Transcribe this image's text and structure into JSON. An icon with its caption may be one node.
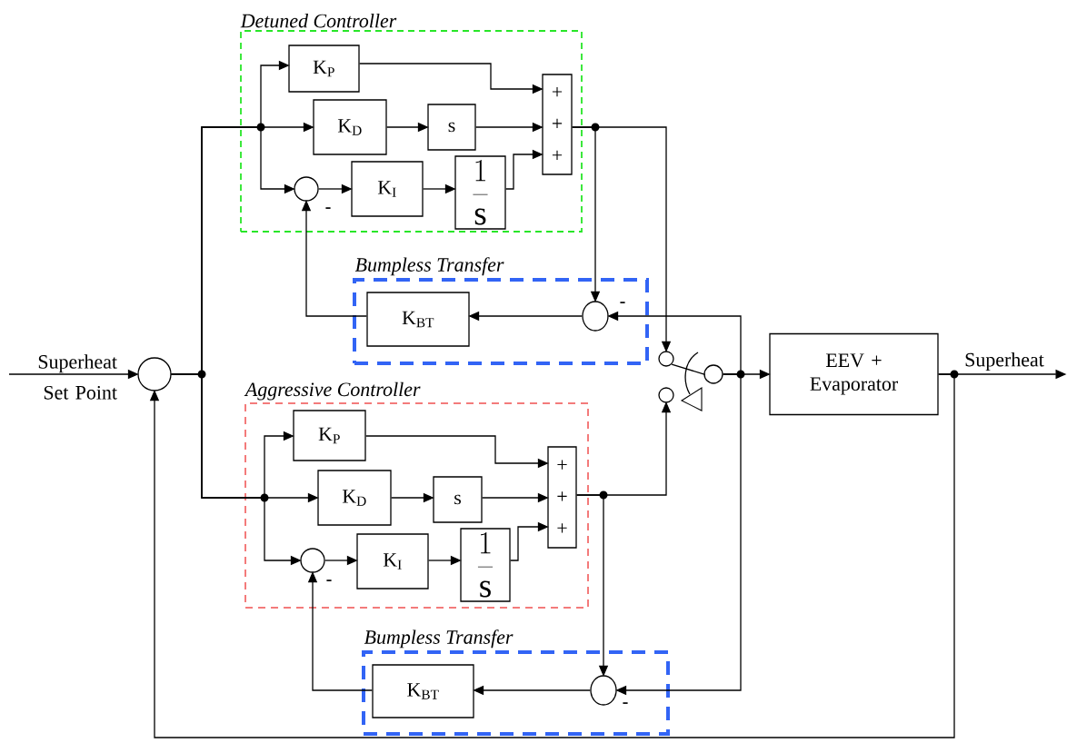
{
  "diagram": {
    "nodes": [
      {
        "text": [],
        "shape": "circle"
      },
      {
        "text": [
          "Detuned Controller"
        ]
      },
      {
        "text": [
          "K$_{P}$"
        ],
        "in": 1
      },
      {
        "text": [
          "K$_{D}$"
        ],
        "in": 1
      },
      {
        "text": [
          "s"
        ],
        "in": 1
      },
      {
        "text": [],
        "shape": "circle",
        "in": 1
      },
      {
        "text": [
          "K$_{I}$"
        ],
        "in": 1
      },
      {
        "text": [
          "\\frac{1}{\\mathrm{s}}"
        ],
        "in": 1
      },
      {
        "text": [
          "+ + +"
        ],
        "in": 1
      },
      {
        "text": [
          "Bumpless Transfer"
        ]
      },
      {
        "text": [
          "K$_{BT}$"
        ],
        "in": 9
      },
      {
        "text": [],
        "shape": "circle",
        "in": 9
      },
      {
        "text": [
          "Aggressive Controller"
        ]
      },
      {
        "text": [
          "K$_{P}$"
        ],
        "in": 12
      },
      {
        "text": [
          "K$_{D}$"
        ],
        "in": 12
      },
      {
        "text": [
          "s"
        ],
        "in": 12
      },
      {
        "text": [],
        "shape": "circle",
        "in": 12
      },
      {
        "text": [
          "K$_{I}$"
        ],
        "in": 12
      },
      {
        "text": [
          "\\frac{1}{\\mathrm{s}}"
        ],
        "in": 12
      },
      {
        "text": [
          "+ + +"
        ],
        "in": 12
      },
      {
        "text": [
          "Bumpless Transfer"
        ]
      },
      {
        "text": [
          "K$_{BT}$"
        ],
        "in": 20
      },
      {
        "text": [],
        "shape": "circle",
        "in": 20
      },
      {
        "text": [],
        "shape": "circle"
      },
      {
        "text": [],
        "shape": "circle"
      },
      {
        "text": [],
        "shape": "circle"
      },
      {
        "text": [
          "EEV + Evaporator"
        ]
      }
    ],
    "edges": [
      {
        "from": null,
        "to": 0,
        "arrow": "to",
        "label": "Superheat Set Point"
      },
      {
        "from": 0,
        "to": 2,
        "arrow": "to"
      },
      {
        "from": 0,
        "to": 3,
        "arrow": "to"
      },
      {
        "from": 0,
        "to": 5,
        "arrow": "to"
      },
      {
        "from": 0,
        "to": 13,
        "arrow": "to"
      },
      {
        "from": 0,
        "to": 14,
        "arrow": "to"
      },
      {
        "from": 0,
        "to": 16,
        "arrow": "to"
      },
      {
        "from": 2,
        "to": 8,
        "arrow": "to"
      },
      {
        "from": 3,
        "to": 4,
        "arrow": "to"
      },
      {
        "from": 4,
        "to": 8,
        "arrow": "to"
      },
      {
        "from": 5,
        "to": 6,
        "arrow": "to"
      },
      {
        "from": 6,
        "to": 7,
        "arrow": "to"
      },
      {
        "from": 7,
        "to": 8,
        "arrow": "to"
      },
      {
        "from": 8,
        "to": 23,
        "arrow": "to"
      },
      {
        "from": 8,
        "to": 11,
        "arrow": "to"
      },
      {
        "from": 11,
        "to": 10,
        "arrow": "to"
      },
      {
        "from": 10,
        "to": 5,
        "arrow": "to"
      },
      {
        "from": 13,
        "to": 19,
        "arrow": "to"
      },
      {
        "from": 14,
        "to": 15,
        "arrow": "to"
      },
      {
        "from": 15,
        "to": 19,
        "arrow": "to"
      },
      {
        "from": 16,
        "to": 17,
        "arrow": "to"
      },
      {
        "from": 17,
        "to": 18,
        "arrow": "to"
      },
      {
        "from": 18,
        "to": 19,
        "arrow": "to"
      },
      {
        "from": 19,
        "to": 24,
        "arrow": "to"
      },
      {
        "from": 19,
        "to": 22,
        "arrow": "to"
      },
      {
        "from": 22,
        "to": 21,
        "arrow": "to"
      },
      {
        "from": 21,
        "to": 16,
        "arrow": "to"
      },
      {
        "from": 23,
        "to": 25,
        "arrow": "none"
      },
      {
        "from": 25,
        "to": 26,
        "arrow": "to"
      },
      {
        "from": 25,
        "to": 11,
        "arrow": "to"
      },
      {
        "from": 25,
        "to": 22,
        "arrow": "to"
      },
      {
        "from": 26,
        "to": null,
        "arrow": "to",
        "label": "Superheat"
      },
      {
        "from": 26,
        "to": 0,
        "arrow": "to"
      }
    ],
    "labels": [
      "-",
      "-",
      "-",
      "-"
    ]
  }
}
